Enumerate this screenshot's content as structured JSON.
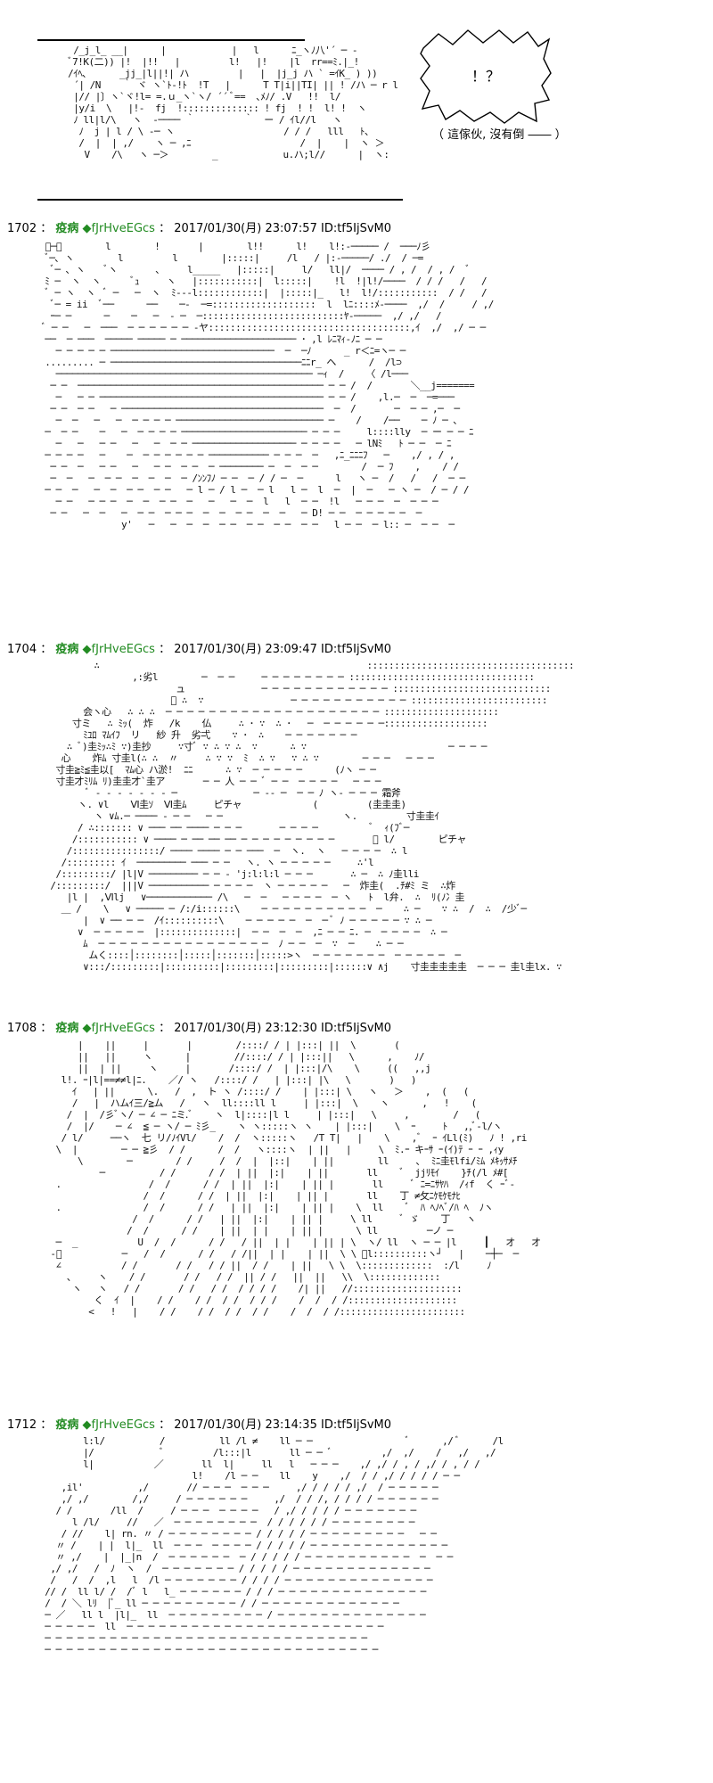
{
  "intro": {
    "speech_text": "！？",
    "caption": "（ 這傢伙, 沒有倒 ―― ）"
  },
  "posts": [
    {
      "num": "1702",
      "name": "疫病",
      "trip": "◆fJrHveEGcs",
      "datetime": "2017/01/30(月) 23:07:57",
      "id": "ID:tf5IjSvM0"
    },
    {
      "num": "1704",
      "name": "疫病",
      "trip": "◆fJrHveEGcs",
      "datetime": "2017/01/30(月) 23:09:47",
      "id": "ID:tf5IjSvM0"
    },
    {
      "num": "1708",
      "name": "疫病",
      "trip": "◆fJrHveEGcs",
      "datetime": "2017/01/30(月) 23:12:30",
      "id": "ID:tf5IjSvM0"
    },
    {
      "num": "1712",
      "name": "疫病",
      "trip": "◆fJrHveEGcs",
      "datetime": "2017/01/30(月) 23:14:35",
      "id": "ID:tf5IjSvM0"
    }
  ],
  "sfx": {
    "p1704_left": "会ヽ心",
    "p1704_a": "ﾐﾕﾛ ﾏﾑｲﾌ  リ   紗 升  劣弌",
    "p1704_b": "炸ﾑ 寸圭l(",
    "p1704_c": "寸圭≧ﾐ≦圭以[  ﾏﾑ心 ハ淤!",
    "p1704_d": "寸圭才ﾐﾘﾑ ﾘ)圭圭才`圭ア",
    "p1704_pichya1": "ピチャ",
    "p1704_pichya2": "ピチャ",
    "p1704_e": "霜斧",
    "p1704_f": "寸圭圭ｲ",
    "p1704_g": "炸圭(",
    "p1704_h": "寸圭圭圭圭圭",
    "p1708_a": "ﾐﾆ圭ﾓlfi/ﾐﾑ ﾒｷｯｻﾒﾁ",
    "p1708_b": "丁 ≠攵ﾆｹﾓｹﾓﾅﾋ",
    "p1708_oo": "オ   オ"
  }
}
